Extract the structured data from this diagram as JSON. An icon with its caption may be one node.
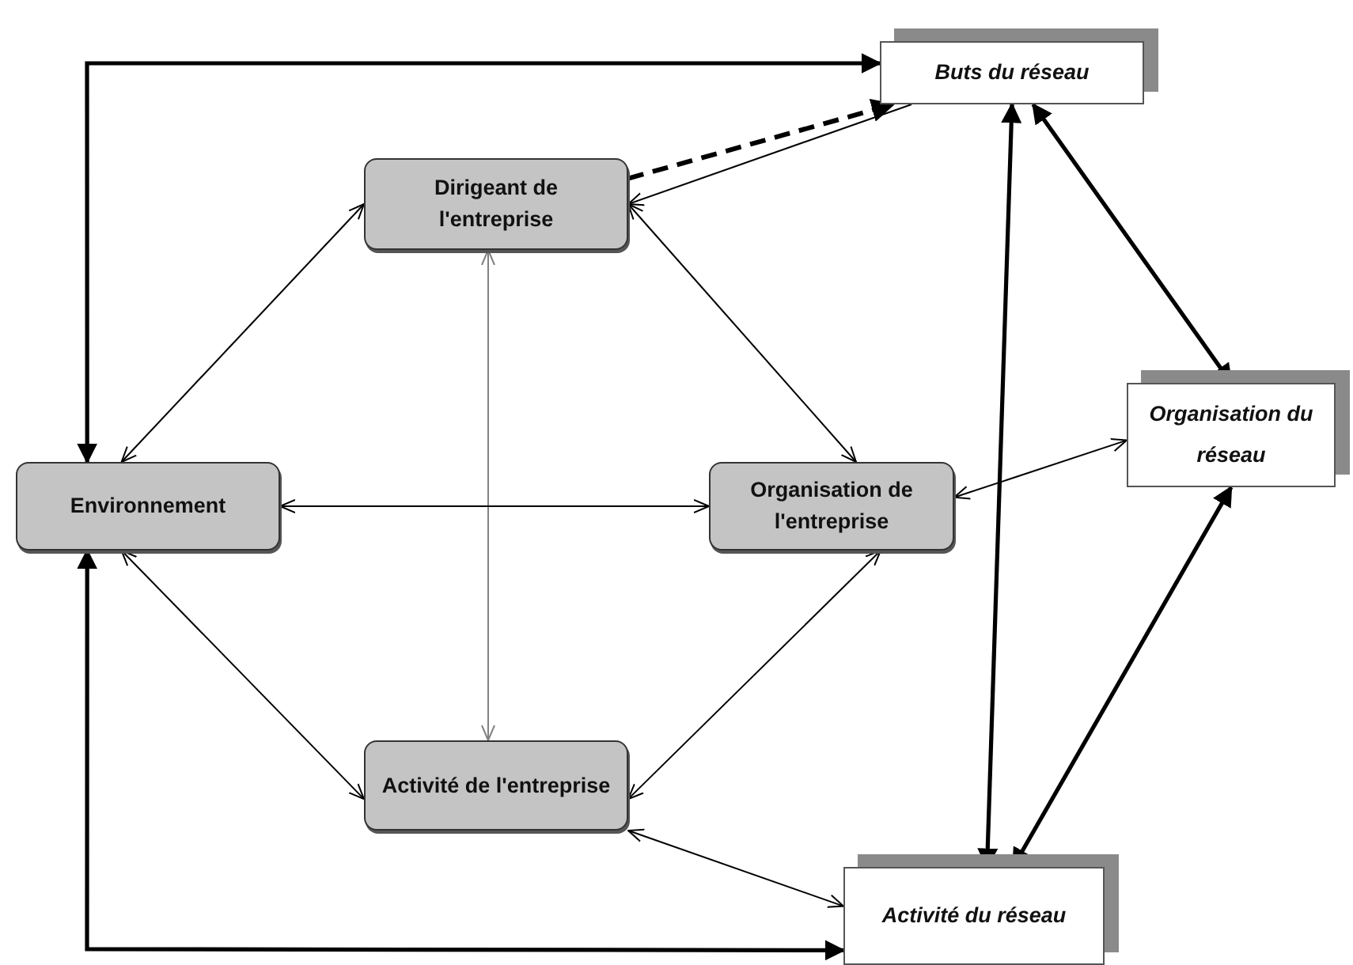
{
  "diagram": {
    "nodes": [
      {
        "text": [
          "Dirigeant de l'entreprise"
        ]
      },
      {
        "text": [
          "Environnement"
        ]
      },
      {
        "text": [
          "Organisation de l'entreprise"
        ]
      },
      {
        "text": [
          "Activité de l'entreprise"
        ]
      },
      {
        "text": [
          "Buts du réseau"
        ]
      },
      {
        "text": [
          "Organisation du réseau"
        ]
      },
      {
        "text": [
          "Activité du réseau"
        ]
      }
    ],
    "edges": [
      {
        "from": 1,
        "to": 4,
        "arrow": "both",
        "style": "thick"
      },
      {
        "from": 0,
        "to": 4,
        "arrow": "to",
        "style": "dashed"
      },
      {
        "from": 4,
        "to": 0,
        "arrow": "to"
      },
      {
        "from": 0,
        "to": 1,
        "arrow": "both"
      },
      {
        "from": 0,
        "to": 2,
        "arrow": "both"
      },
      {
        "from": 0,
        "to": 3,
        "arrow": "both",
        "color": "#808080"
      },
      {
        "from": 1,
        "to": 2,
        "arrow": "both"
      },
      {
        "from": 1,
        "to": 3,
        "arrow": "both"
      },
      {
        "from": 2,
        "to": 3,
        "arrow": "both"
      },
      {
        "from": 4,
        "to": 6,
        "arrow": "both",
        "style": "thick"
      },
      {
        "from": 4,
        "to": 5,
        "arrow": "both",
        "style": "thick"
      },
      {
        "from": 5,
        "to": 6,
        "arrow": "both",
        "style": "thick"
      },
      {
        "from": 5,
        "to": 2,
        "arrow": "both"
      },
      {
        "from": 3,
        "to": 6,
        "arrow": "both"
      },
      {
        "from": 1,
        "to": 6,
        "arrow": "both",
        "style": "thick"
      }
    ]
  }
}
